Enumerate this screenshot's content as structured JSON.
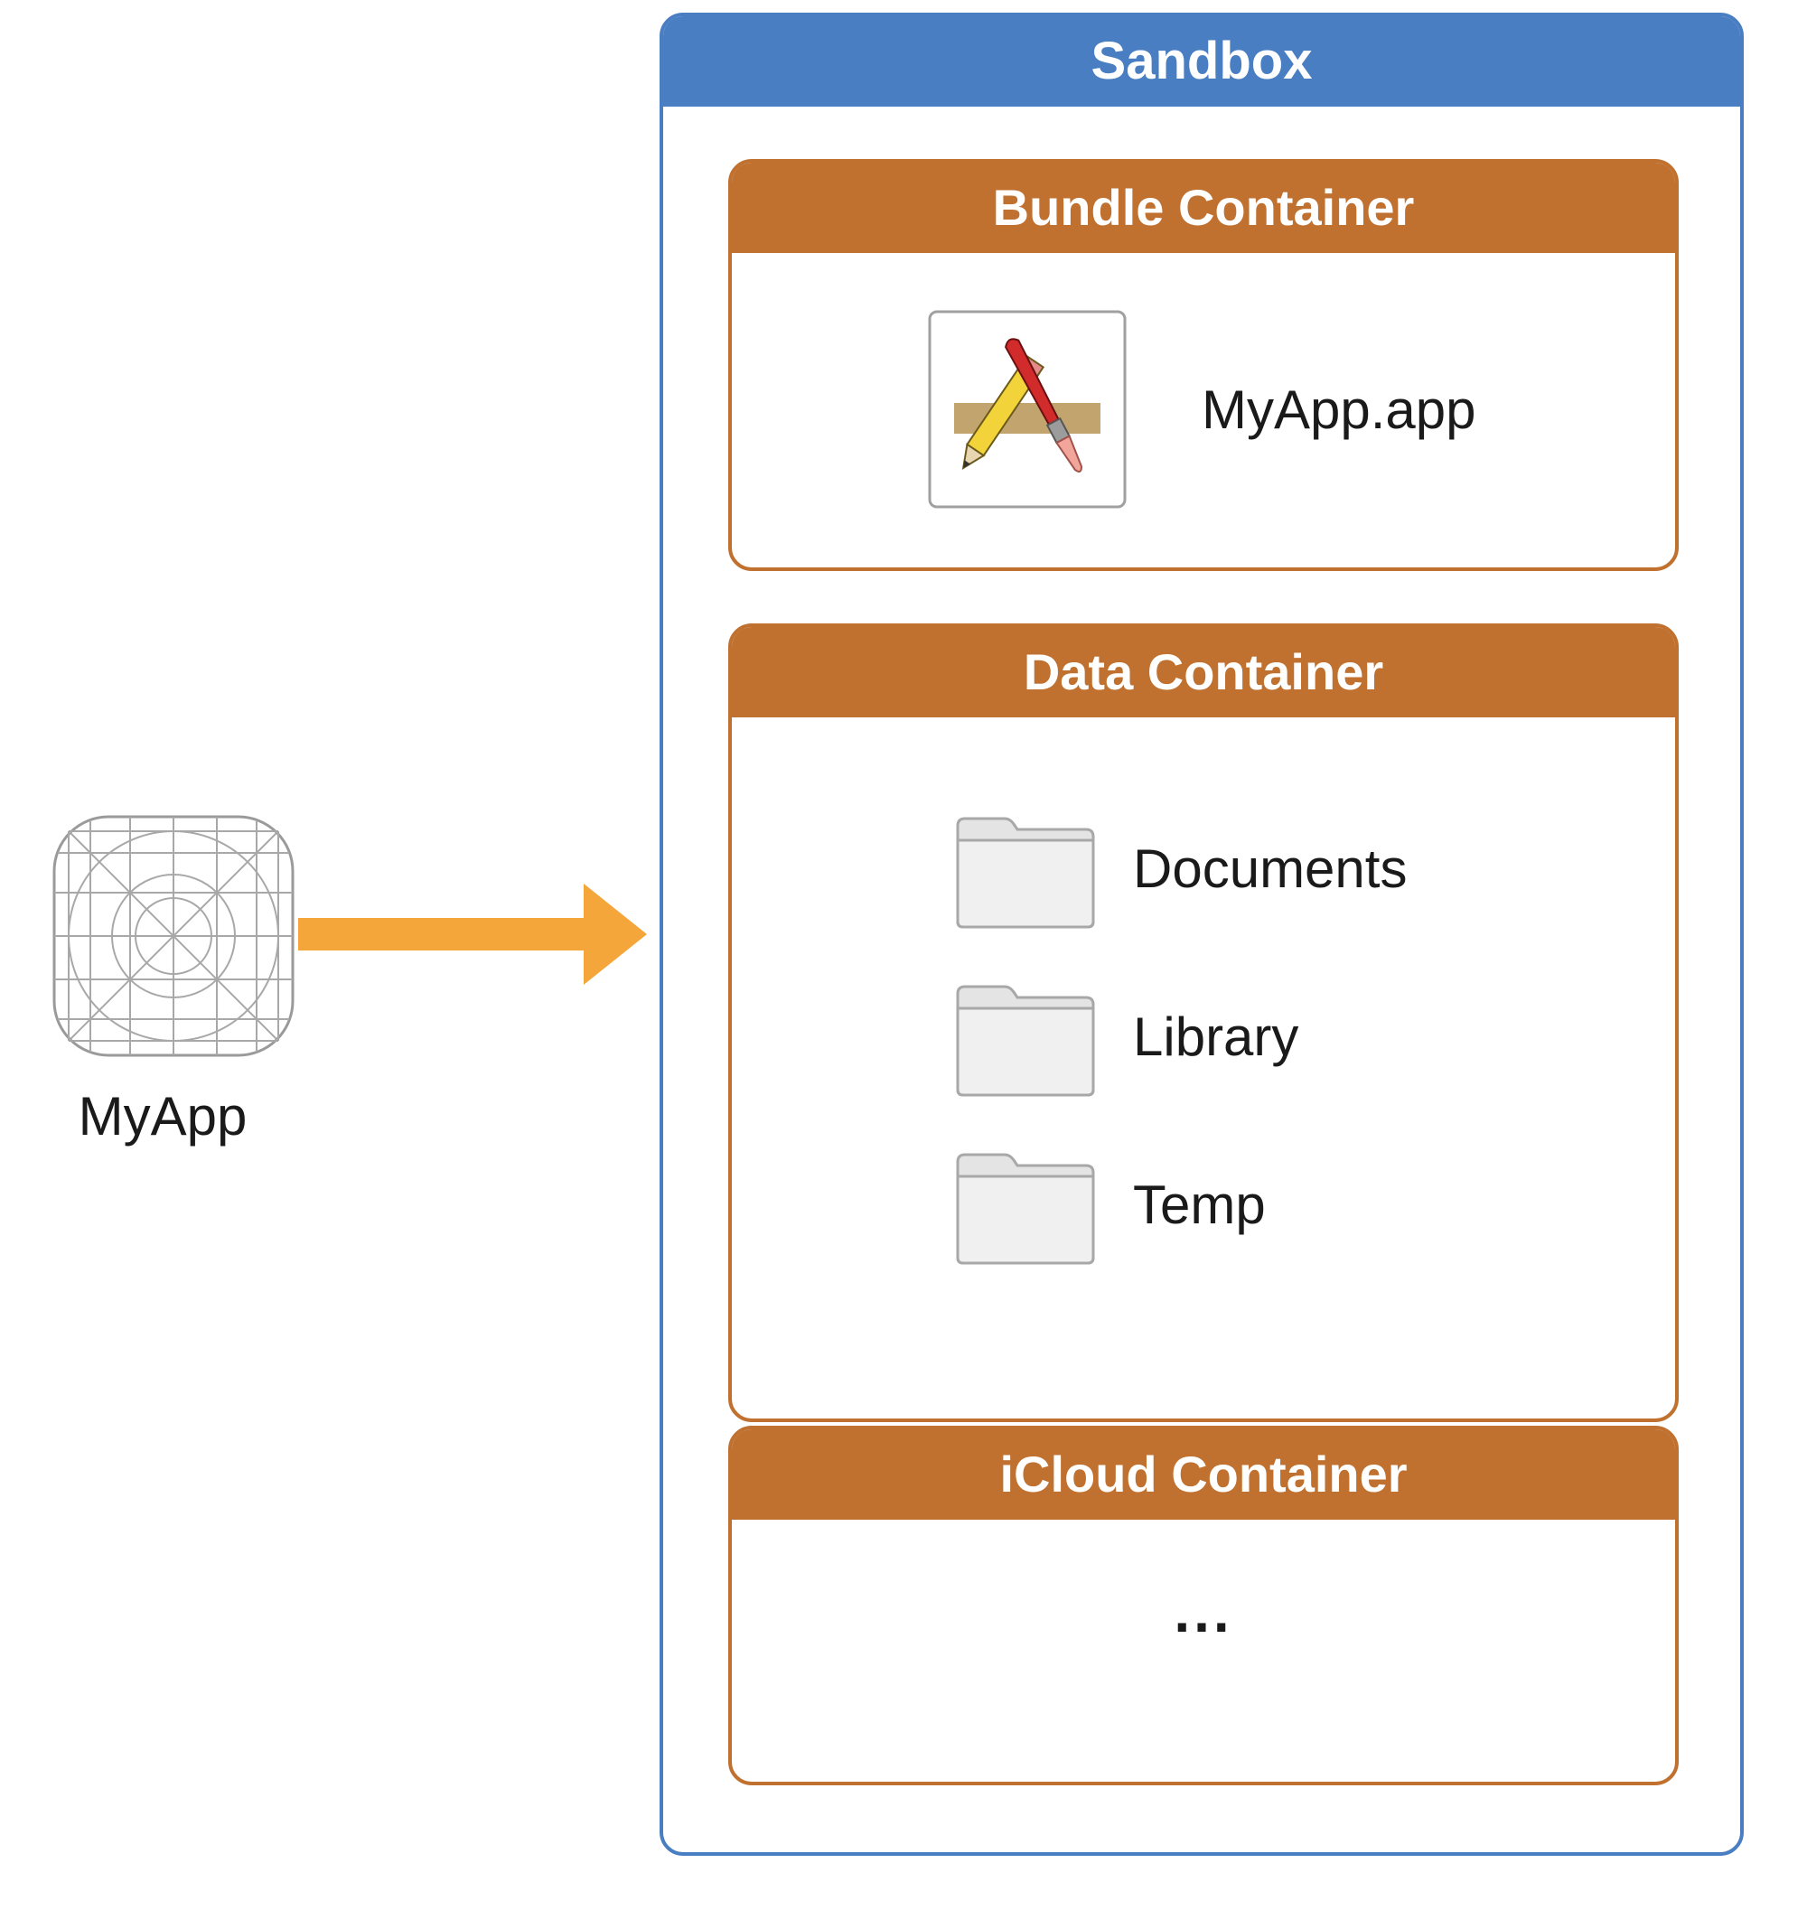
{
  "app": {
    "label": "MyApp",
    "icon": "app-icon-grid-template"
  },
  "arrow": {
    "color": "#f5a63a"
  },
  "sandbox": {
    "title": "Sandbox",
    "color": "#4a7ec2",
    "containers": {
      "bundle": {
        "title": "Bundle Container",
        "file_label": "MyApp.app",
        "icon": "xcode-app-icon"
      },
      "data": {
        "title": "Data Container",
        "folders": [
          {
            "label": "Documents",
            "icon": "folder-icon"
          },
          {
            "label": "Library",
            "icon": "folder-icon"
          },
          {
            "label": "Temp",
            "icon": "folder-icon"
          }
        ]
      },
      "icloud": {
        "title": "iCloud Container",
        "content": "..."
      }
    },
    "container_color": "#c0712f"
  }
}
